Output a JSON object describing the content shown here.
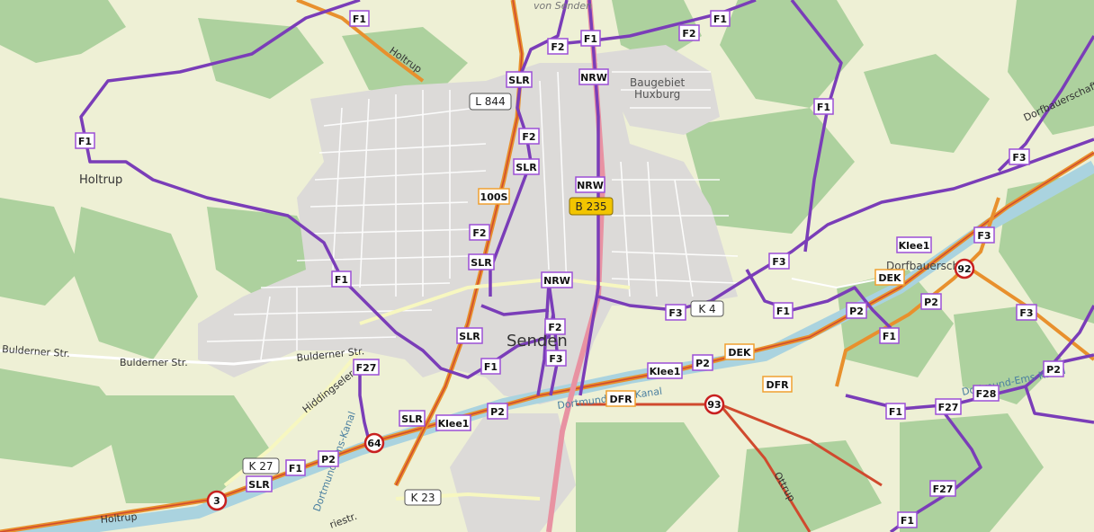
{
  "places": {
    "holtrup": "Holtrup",
    "senden": "Senden",
    "baugebiet_1": "Baugebiet",
    "baugebiet_2": "Huxburg",
    "dorfbauerschaft": "Dorfbauerschaft",
    "von_senden": "von Senden"
  },
  "streets": {
    "bulderner_west": "Bulderner Str.",
    "bulderner_mid": "Bulderner Str.",
    "bulderner_east": "Bulderner Str.",
    "holtrup_road": "Holtrup",
    "hiddingseler": "Hiddingseler",
    "ottrup": "Ottrup",
    "dortmund_ems_kanal_1": "Dortmund-Ems-Kanal",
    "dortmund_ems_kanal_2": "Dortmund-Ems-Kanal",
    "dortmund_ems_kanal_3": "Dortmund-Ems-Kanal",
    "bottom_strasse": "riestr.",
    "bottom_holtrup": "Holtrup",
    "dorfbauerschaft_road": "Dorfbauerschaft"
  },
  "road_refs": {
    "l844": "L 844",
    "b235": "B 235",
    "k4": "K 4",
    "k27": "K 27",
    "k23": "K 23",
    "r64": "64",
    "r93": "93",
    "r92": "92",
    "r3": "3"
  },
  "routes": {
    "f1": "F1",
    "f2": "F2",
    "f3": "F3",
    "f27": "F27",
    "f28": "F28",
    "slr": "SLR",
    "nrw": "NRW",
    "klee1": "Klee1",
    "p2": "P2",
    "dek": "DEK",
    "dfr": "DFR",
    "n100s": "100S"
  },
  "colors": {
    "background": "#f2efe9",
    "farmland": "#eef0d5",
    "forest": "#add19e",
    "residential": "#e0dfdf",
    "route_purple": "#7a3db8",
    "route_label_border": "#9b4fd6",
    "motorway_orange": "#e8902d",
    "road_red": "#d04a2e",
    "canal": "#aad3df",
    "trunk_pink": "#e892a2",
    "b_road_yellow": "#f2c500",
    "orange_label_border": "#f0a030"
  }
}
